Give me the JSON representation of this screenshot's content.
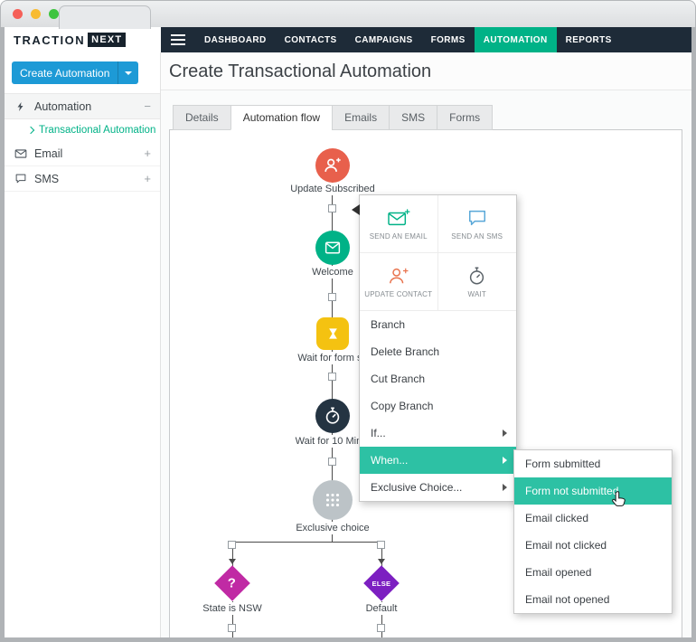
{
  "colors": {
    "accent_teal": "#00b287",
    "menu_highlight": "#2dc1a4",
    "button_blue": "#1d9ad6",
    "navbar_bg": "#1e2b38",
    "node_update_contact": "#e8604c",
    "node_email": "#00b287",
    "node_wait_form": "#f4c211",
    "node_wait_timer": "#243442",
    "node_exclusive": "#bcc3c7",
    "node_condition": "#c02aa4",
    "node_else": "#7c1fc1"
  },
  "topnav": {
    "logo_primary": "TRACTION",
    "logo_secondary": "NEXT",
    "items": [
      {
        "label": "DASHBOARD",
        "active": false
      },
      {
        "label": "CONTACTS",
        "active": false
      },
      {
        "label": "CAMPAIGNS",
        "active": false
      },
      {
        "label": "FORMS",
        "active": false
      },
      {
        "label": "AUTOMATION",
        "active": true
      },
      {
        "label": "REPORTS",
        "active": false
      }
    ]
  },
  "sidebar": {
    "create_button": {
      "label": "Create Automation"
    },
    "items": [
      {
        "label": "Automation",
        "icon": "bolt-icon",
        "toggle": "−",
        "expanded": true
      },
      {
        "label": "Transactional Automation",
        "child": true,
        "selected": true
      },
      {
        "label": "Email",
        "icon": "envelope-icon",
        "toggle": "+",
        "expanded": false
      },
      {
        "label": "SMS",
        "icon": "chat-icon",
        "toggle": "+",
        "expanded": false
      }
    ]
  },
  "main": {
    "title": "Create Transactional Automation",
    "tabs": [
      {
        "label": "Details",
        "active": false
      },
      {
        "label": "Automation flow",
        "active": true
      },
      {
        "label": "Emails",
        "active": false
      },
      {
        "label": "SMS",
        "active": false
      },
      {
        "label": "Forms",
        "active": false
      }
    ]
  },
  "flow": {
    "nodes": [
      {
        "label": "Update Subscribed",
        "type": "update-contact"
      },
      {
        "label": "Welcome",
        "type": "send-email"
      },
      {
        "label": "Wait for form su",
        "type": "wait-for-form"
      },
      {
        "label": "Wait for 10 Min...",
        "type": "wait-timer"
      },
      {
        "label": "Exclusive choice",
        "type": "exclusive-choice"
      },
      {
        "label": "State is NSW",
        "type": "condition",
        "glyph": "?"
      },
      {
        "label": "Default",
        "type": "else",
        "glyph": "ELSE"
      }
    ]
  },
  "context_menu": {
    "tiles": [
      {
        "label": "SEND AN EMAIL",
        "icon": "email-icon"
      },
      {
        "label": "SEND AN SMS",
        "icon": "sms-icon"
      },
      {
        "label": "UPDATE CONTACT",
        "icon": "contact-icon"
      },
      {
        "label": "WAIT",
        "icon": "stopwatch-icon"
      }
    ],
    "items": [
      {
        "label": "Branch",
        "submenu": false,
        "active": false
      },
      {
        "label": "Delete Branch",
        "submenu": false,
        "active": false
      },
      {
        "label": "Cut Branch",
        "submenu": false,
        "active": false
      },
      {
        "label": "Copy Branch",
        "submenu": false,
        "active": false
      },
      {
        "label": "If...",
        "submenu": true,
        "active": false
      },
      {
        "label": "When...",
        "submenu": true,
        "active": true
      },
      {
        "label": "Exclusive Choice...",
        "submenu": true,
        "active": false
      }
    ]
  },
  "submenu": {
    "items": [
      {
        "label": "Form submitted",
        "active": false
      },
      {
        "label": "Form not submitted",
        "active": true
      },
      {
        "label": "Email clicked",
        "active": false
      },
      {
        "label": "Email not clicked",
        "active": false
      },
      {
        "label": "Email opened",
        "active": false
      },
      {
        "label": "Email not opened",
        "active": false
      }
    ]
  }
}
